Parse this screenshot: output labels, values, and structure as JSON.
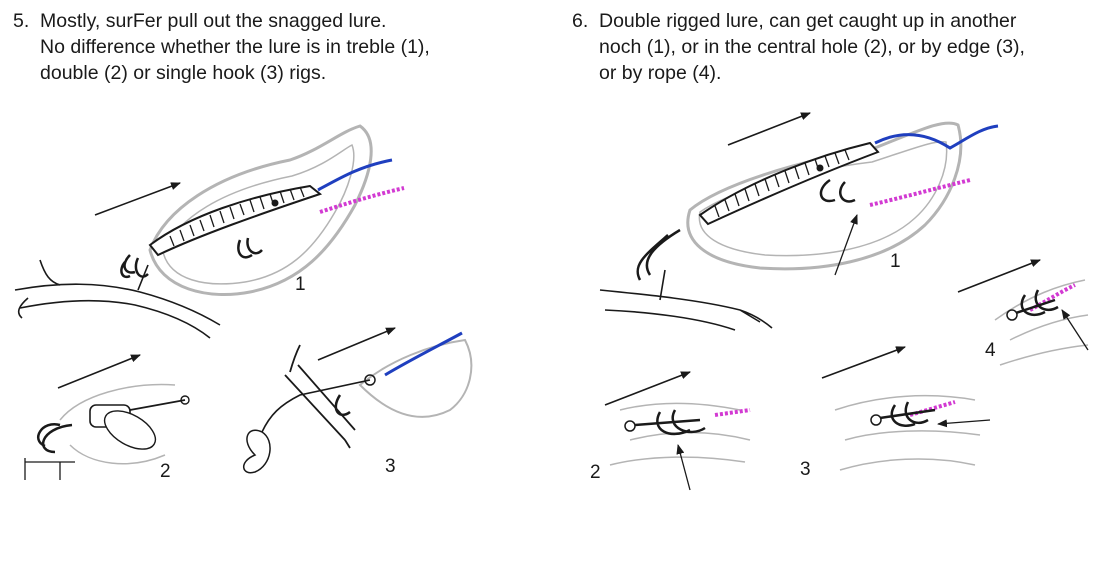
{
  "left_panel": {
    "number": "5.",
    "lines": [
      "Mostly, surFer pull out the snagged lure.",
      "No difference whether the lure is in treble (1),",
      "double (2) or single hook (3) rigs."
    ],
    "figure_labels": [
      "1",
      "2",
      "3"
    ]
  },
  "right_panel": {
    "number": "6.",
    "lines": [
      "Double rigged lure, can get caught up in another",
      "noch (1), or in the central hole (2), or by edge (3),",
      "or by rope (4)."
    ],
    "figure_labels": [
      "1",
      "2",
      "3",
      "4"
    ]
  },
  "colors": {
    "line_blue": "#1f3fbf",
    "rope_pink": "#d23ad2",
    "outline_gray": "#b4b4b4",
    "ink": "#1a1a1a"
  }
}
